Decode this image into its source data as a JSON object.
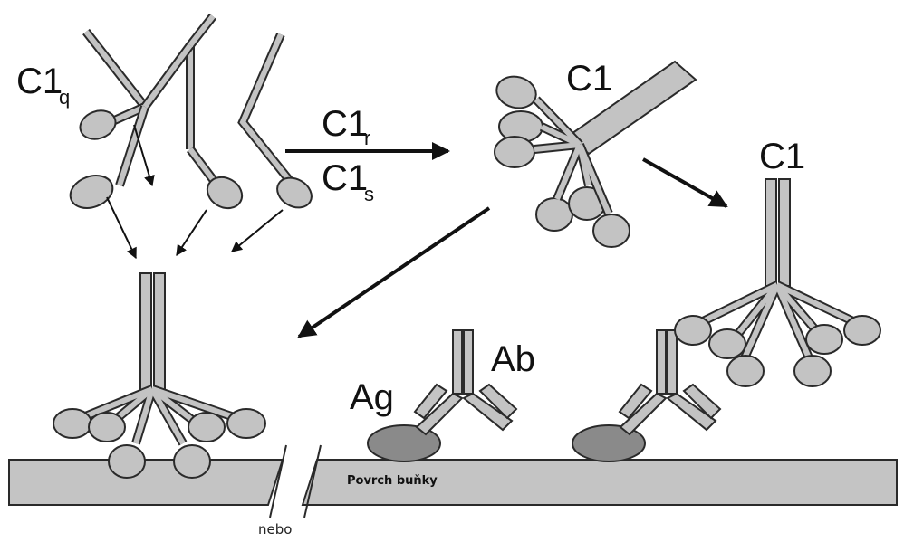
{
  "labels": {
    "c1q": "C1",
    "c1q_sub": "q",
    "c1_top": "C1",
    "c1_right": "C1",
    "c1r": "C1",
    "c1r_sub": "r",
    "c1s": "C1",
    "c1s_sub": "s",
    "ab": "Ab",
    "ag": "Ag",
    "surface": "Povrch buňky",
    "nebo": "nebo"
  },
  "colors": {
    "molecule_fill": "#c3c3c3",
    "outline": "#2a2a2a",
    "antigen_fill": "#8a8a8a",
    "surface_fill": "#c4c4c4"
  }
}
